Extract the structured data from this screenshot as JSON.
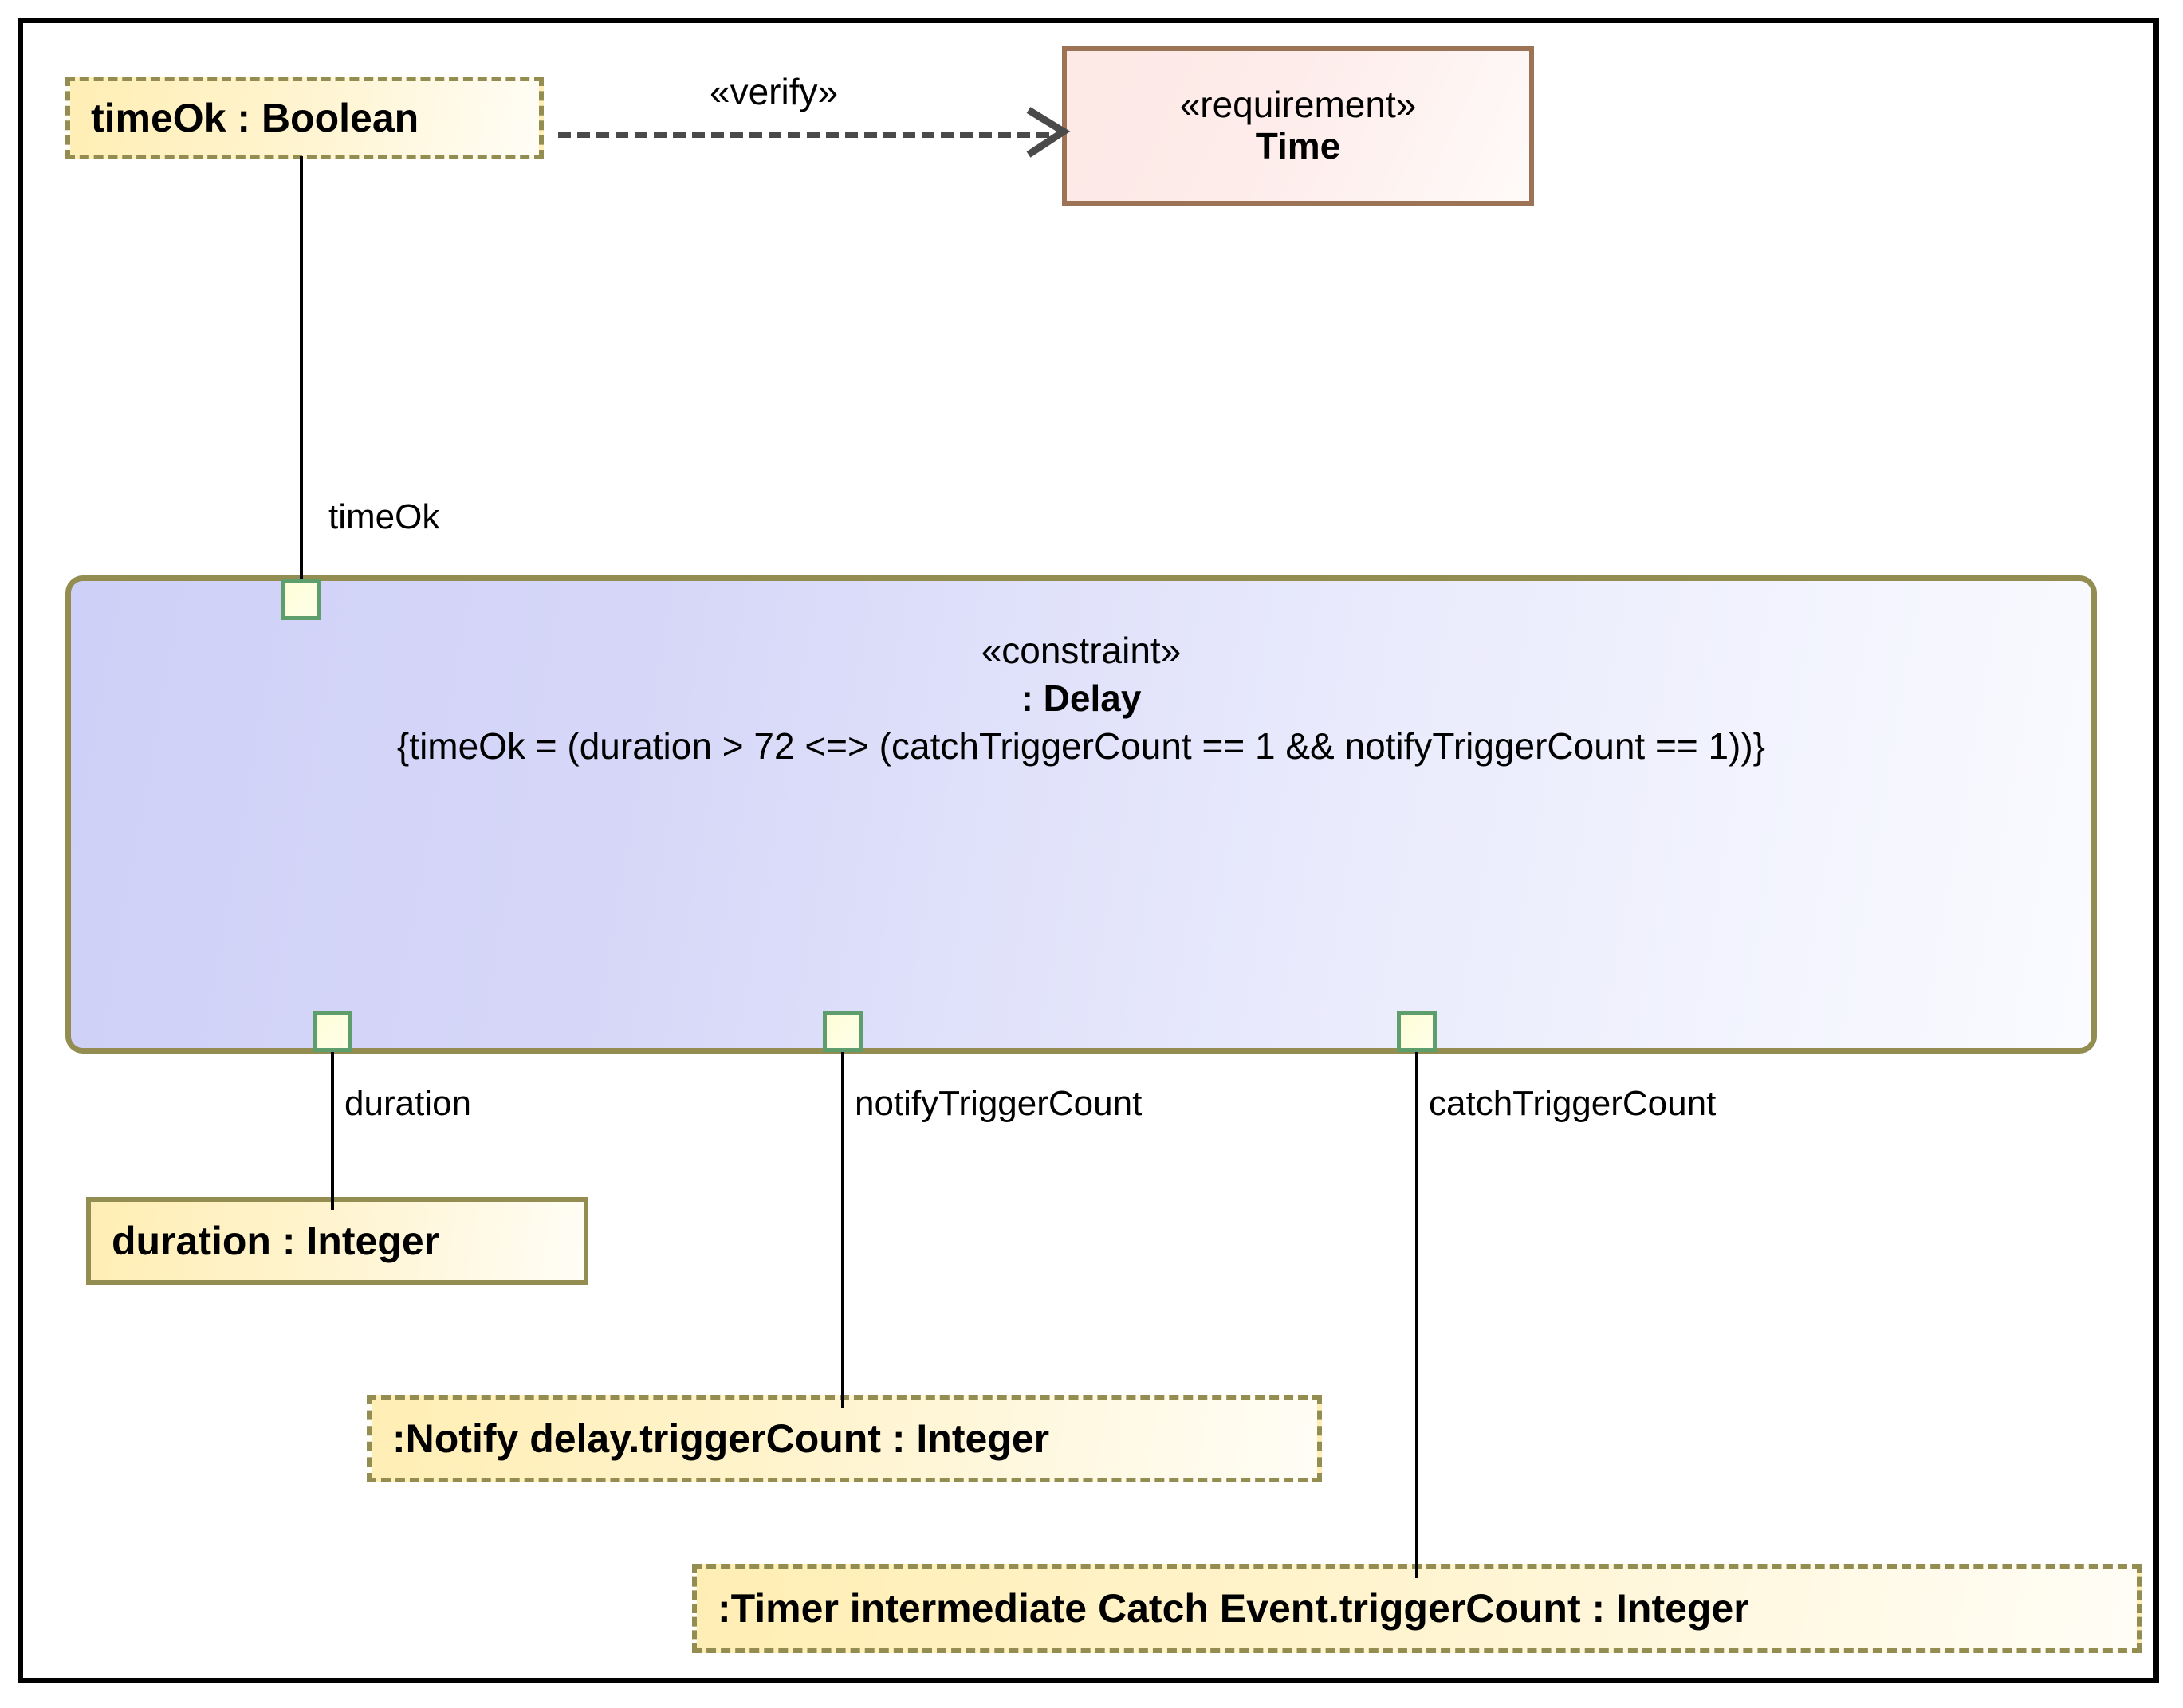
{
  "diagram": {
    "type": "sysml-parametric-diagram",
    "frame_border_color": "#000000",
    "background": "#ffffff"
  },
  "value_boxes": [
    {
      "id": "timeOk",
      "label": "timeOk : Boolean",
      "border_style": "dashed",
      "border_color": "#938d52",
      "fill": "#ffeeb4"
    },
    {
      "id": "duration",
      "label": "duration : Integer",
      "border_style": "solid",
      "border_color": "#938d52",
      "fill": "#ffeeb4"
    },
    {
      "id": "notify",
      "label": ":Notify delay.triggerCount : Integer",
      "border_style": "dashed",
      "border_color": "#938d52",
      "fill": "#ffeeb4"
    },
    {
      "id": "timer",
      "label": ":Timer intermediate Catch Event.triggerCount : Integer",
      "border_style": "dashed",
      "border_color": "#938d52",
      "fill": "#ffeeb4"
    }
  ],
  "requirement": {
    "stereotype": "«requirement»",
    "name": "Time",
    "border_color": "#9c7354",
    "fill": "#fde9e6"
  },
  "dependency": {
    "label": "«verify»",
    "style": "dashed",
    "color": "#4a4a4a",
    "arrow": "open"
  },
  "constraint_block": {
    "stereotype": "«constraint»",
    "name": ": Delay",
    "expression": "{timeOk = (duration > 72 <=> (catchTriggerCount == 1 && notifyTriggerCount == 1))}",
    "border_color": "#938d52",
    "fill": "#ced0f7"
  },
  "ports": [
    {
      "id": "port-timeOk",
      "label": "timeOk",
      "side": "top",
      "fill": "#ffffe8",
      "border_color": "#5d9e6c"
    },
    {
      "id": "port-duration",
      "label": "duration",
      "side": "bottom",
      "fill": "#ffffe8",
      "border_color": "#5d9e6c"
    },
    {
      "id": "port-notifyTriggerCount",
      "label": "notifyTriggerCount",
      "side": "bottom",
      "fill": "#ffffe8",
      "border_color": "#5d9e6c"
    },
    {
      "id": "port-catchTriggerCount",
      "label": "catchTriggerCount",
      "side": "bottom",
      "fill": "#ffffe8",
      "border_color": "#5d9e6c"
    }
  ]
}
